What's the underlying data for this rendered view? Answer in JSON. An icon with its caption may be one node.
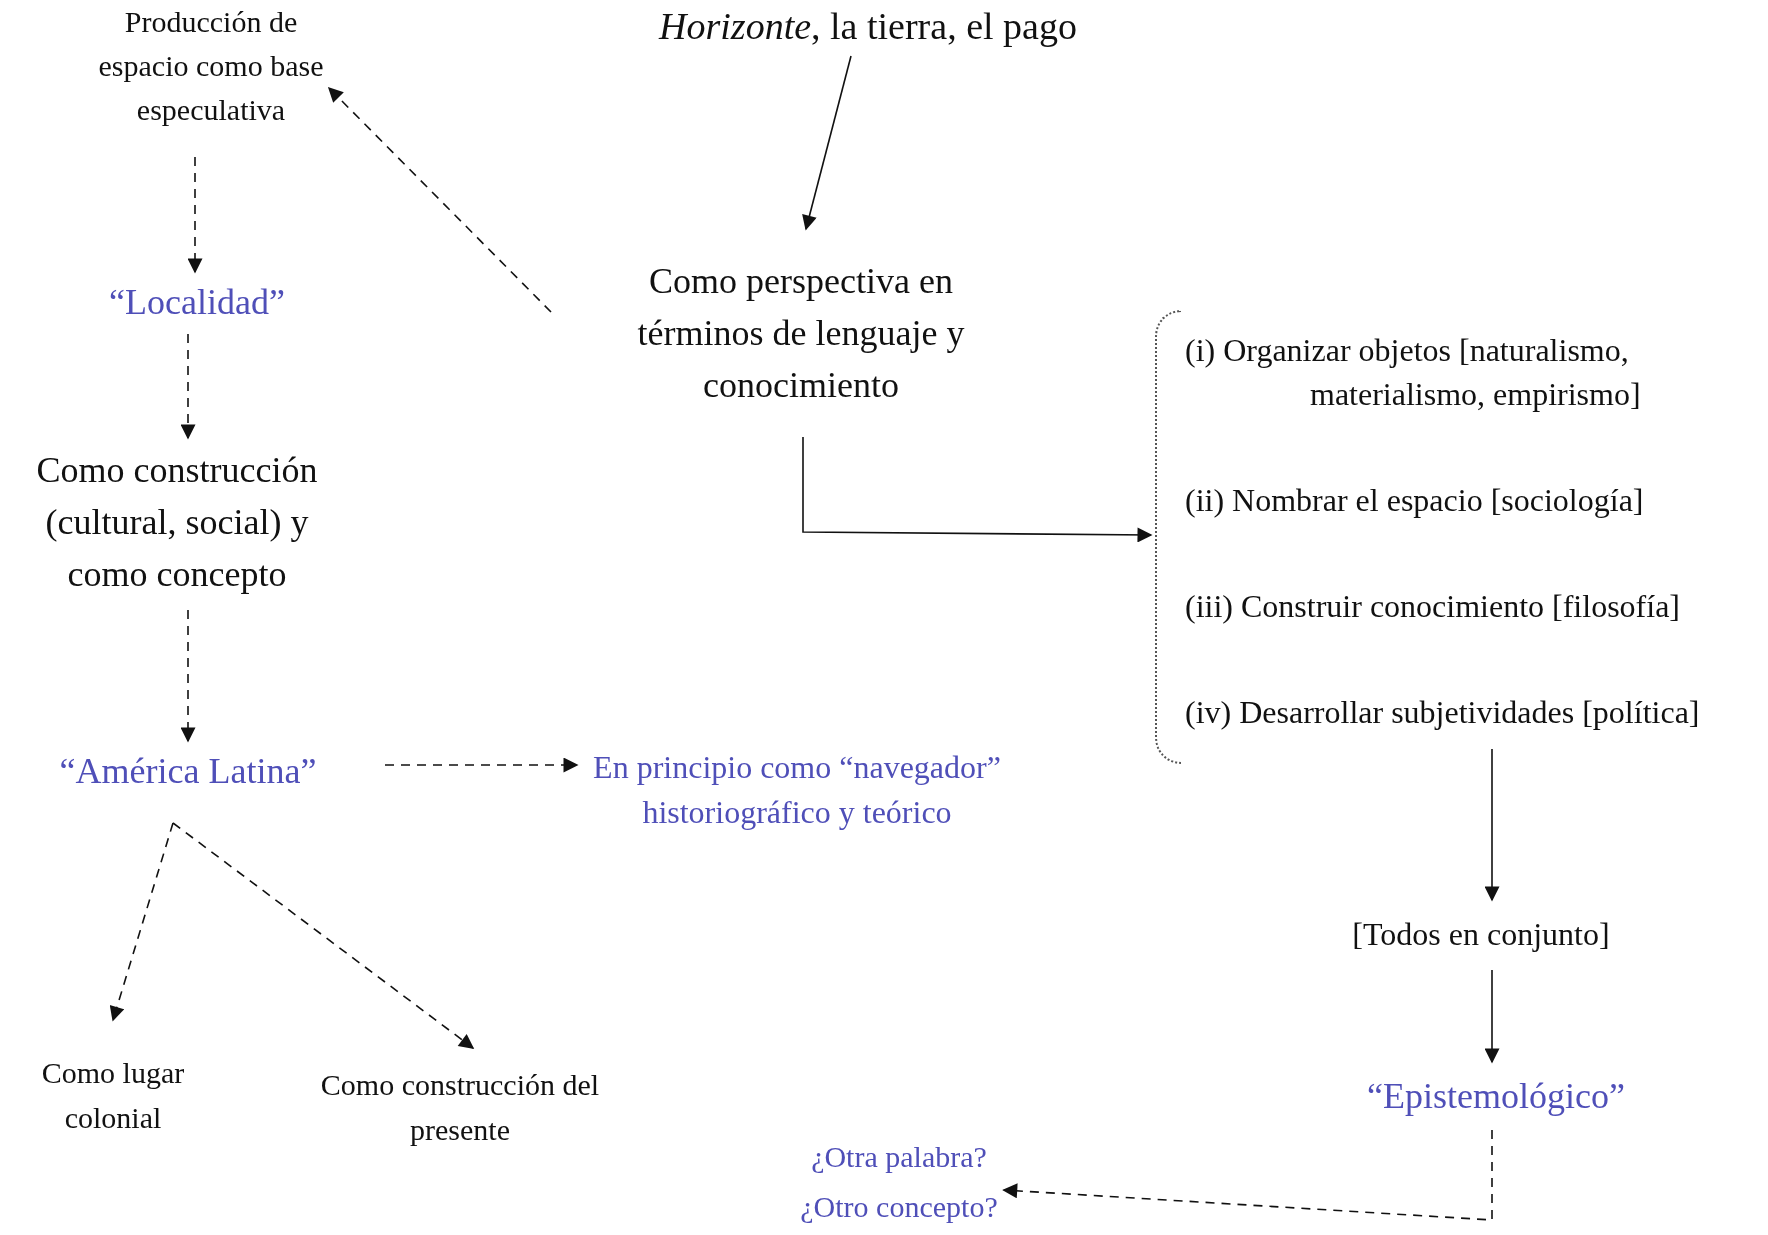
{
  "diagram": {
    "nodes": [
      {
        "text": [
          "*Horizonte*, la tierra, el pago"
        ]
      },
      {
        "text": [
          "Producción de espacio como base especulativa"
        ]
      },
      {
        "text": [
          "“Localidad”"
        ]
      },
      {
        "text": [
          "Como construcción (cultural, social) y como concepto"
        ]
      },
      {
        "text": [
          "“América Latina”"
        ]
      },
      {
        "text": [
          "En principio como “navegador” historiográfico y teórico"
        ]
      },
      {
        "text": [
          "Como lugar colonial"
        ]
      },
      {
        "text": [
          "Como construcción del presente"
        ]
      },
      {
        "text": [
          "Como perspectiva en términos de lenguaje y conocimiento"
        ]
      },
      {
        "text": [
          "(i) Organizar objetos [naturalismo, materialismo, empirismo]",
          "(ii) Nombrar el espacio [sociología]",
          "(iii) Construir conocimiento [filosofía]",
          "(iv) Desarrollar subjetividades [política]"
        ]
      },
      {
        "text": [
          "[Todos en conjunto]"
        ]
      },
      {
        "text": [
          "“Epistemológico”"
        ]
      },
      {
        "text": [
          "¿Otra palabra?",
          "¿Otro concepto?"
        ]
      }
    ],
    "edges": [
      {
        "from": 0,
        "to": 8,
        "arrow": "to"
      },
      {
        "from": 8,
        "to": 1,
        "arrow": "to",
        "style": "dashed"
      },
      {
        "from": 1,
        "to": 2,
        "arrow": "to",
        "style": "dashed"
      },
      {
        "from": 2,
        "to": 3,
        "arrow": "to",
        "style": "dashed"
      },
      {
        "from": 3,
        "to": 4,
        "arrow": "to",
        "style": "dashed"
      },
      {
        "from": 4,
        "to": 5,
        "arrow": "to",
        "style": "dashed"
      },
      {
        "from": 4,
        "to": 6,
        "arrow": "to",
        "style": "dashed"
      },
      {
        "from": 4,
        "to": 7,
        "arrow": "to",
        "style": "dashed"
      },
      {
        "from": 8,
        "to": 9,
        "arrow": "to"
      },
      {
        "from": 9,
        "to": 10,
        "arrow": "to"
      },
      {
        "from": 10,
        "to": 11,
        "arrow": "to"
      },
      {
        "from": 11,
        "to": 12,
        "arrow": "to",
        "style": "dashed"
      }
    ]
  }
}
